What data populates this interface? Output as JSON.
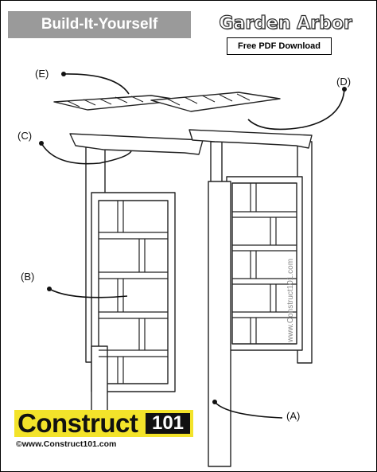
{
  "header": {
    "banner": "Build-It-Yourself",
    "title": "Garden Arbor",
    "pdf_label": "Free PDF Download"
  },
  "callouts": {
    "a": "(A)",
    "b": "(B)",
    "c": "(C)",
    "d": "(D)",
    "e": "(E)"
  },
  "brand": {
    "name": "Construct",
    "number": "101",
    "url": "©www.Construct101.com",
    "watermark": "www.Construct101.com",
    "accent": "#f3e32a"
  }
}
